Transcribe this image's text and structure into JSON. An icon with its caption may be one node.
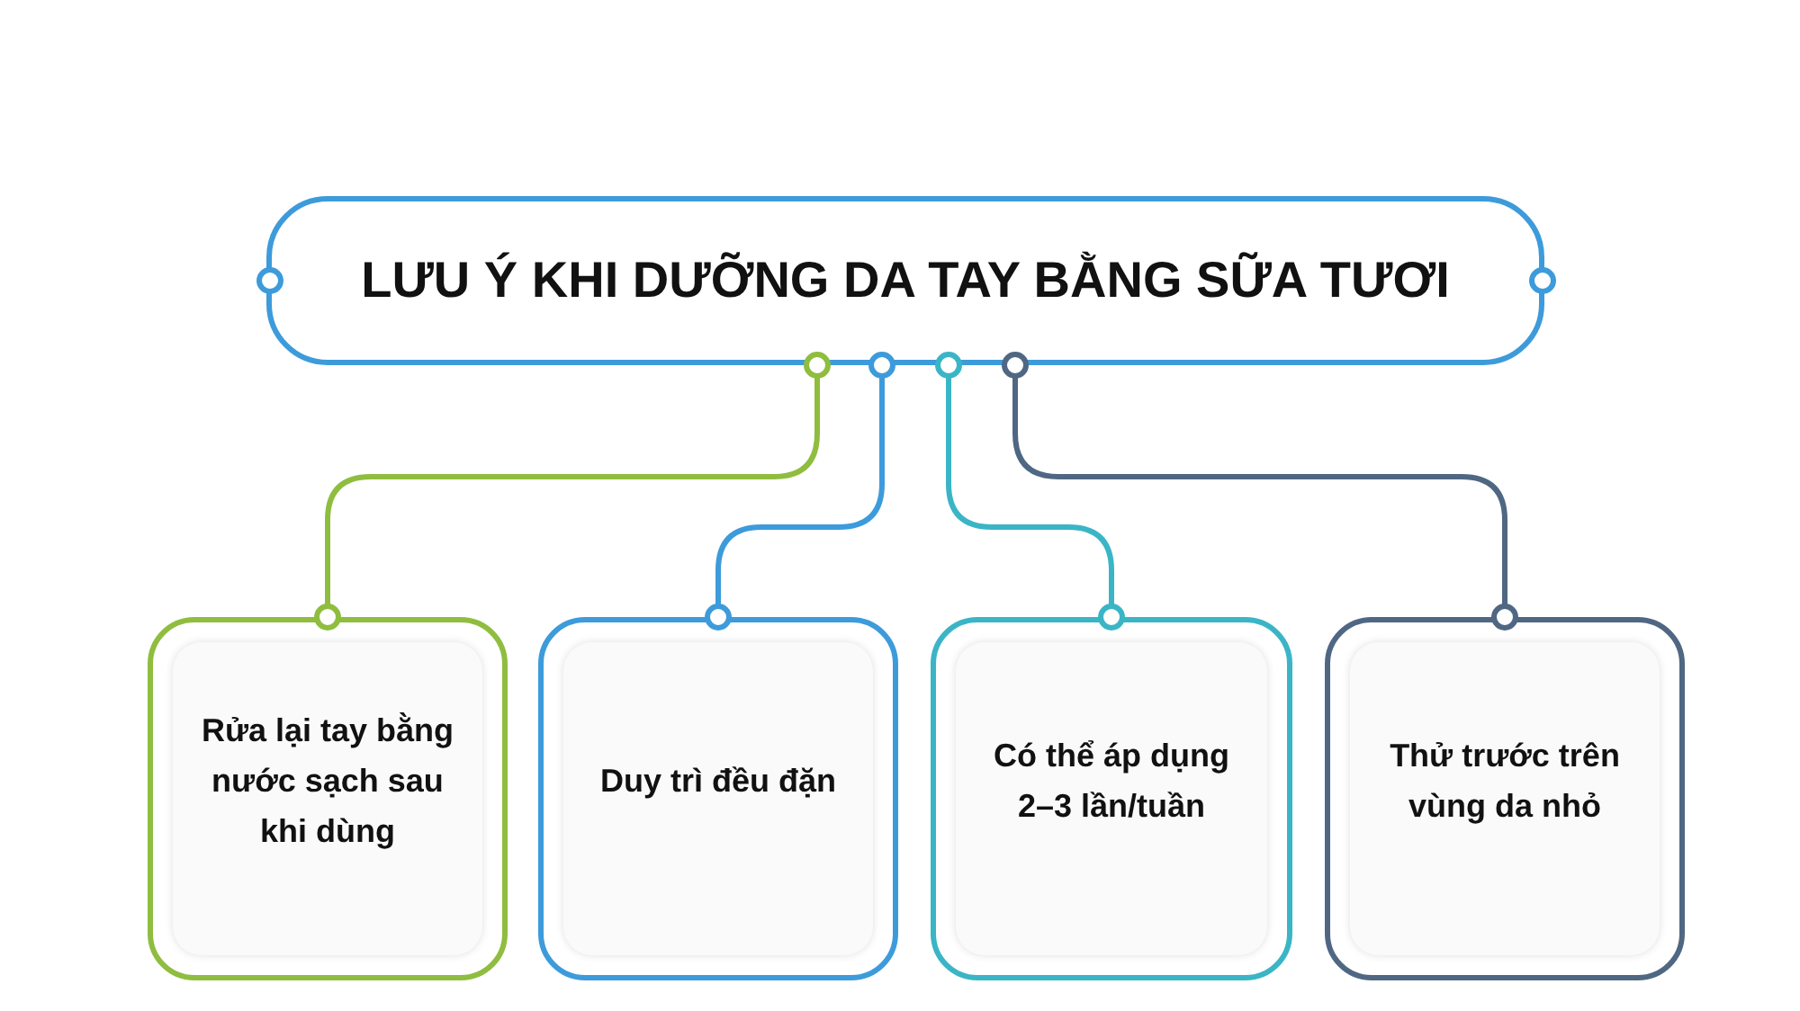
{
  "diagram": {
    "nodes": [
      {
        "text": [
          "LƯU Ý KHI DƯỠNG DA TAY BẰNG SỮA TƯƠI"
        ]
      },
      {
        "text": [
          "Rửa lại tay bằng nước sạch sau khi dùng"
        ]
      },
      {
        "text": [
          "Duy trì đều đặn"
        ]
      },
      {
        "text": [
          "Có thể áp dụng 2–3 lần/tuần"
        ]
      },
      {
        "text": [
          "Thử trước trên vùng da nhỏ"
        ]
      }
    ],
    "edges": [
      {
        "from": 0,
        "to": 1,
        "arrow": "other",
        "color": "#8fbd3f"
      },
      {
        "from": 0,
        "to": 2,
        "arrow": "other",
        "color": "#3d9bdb"
      },
      {
        "from": 0,
        "to": 3,
        "arrow": "other",
        "color": "#3ab5c6"
      },
      {
        "from": 0,
        "to": 4,
        "arrow": "other",
        "color": "#4f6783"
      }
    ]
  }
}
